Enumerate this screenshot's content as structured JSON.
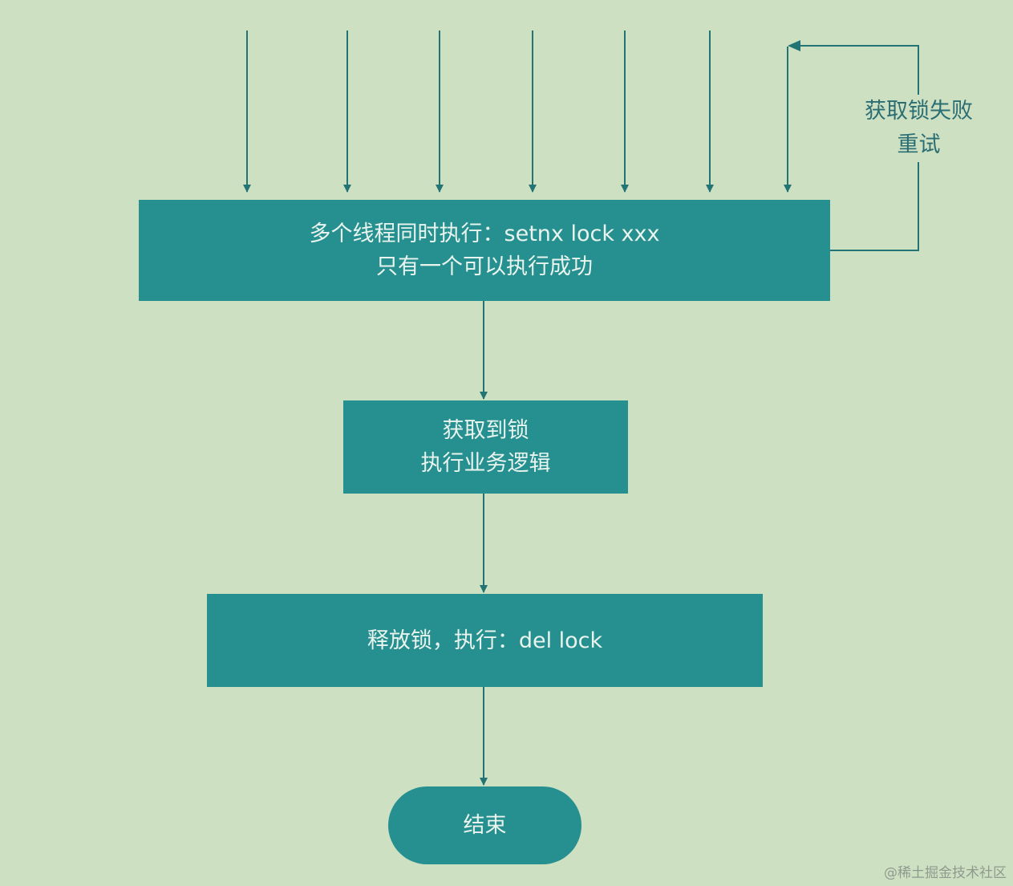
{
  "nodes": {
    "setnx": {
      "line1": "多个线程同时执行：setnx lock xxx",
      "line2": "只有一个可以执行成功"
    },
    "business": {
      "line1": "获取到锁",
      "line2": "执行业务逻辑"
    },
    "release": {
      "line1": "释放锁，执行：del lock"
    },
    "end": {
      "label": "结束"
    }
  },
  "retry_label": {
    "line1": "获取锁失败",
    "line2": "重试"
  },
  "watermark": "@稀土掘金技术社区",
  "colors": {
    "background": "#cde0c2",
    "box_fill": "#268f8f",
    "box_text": "#e9f4ee",
    "arrow": "#237474",
    "retry_text": "#2a6e74"
  }
}
